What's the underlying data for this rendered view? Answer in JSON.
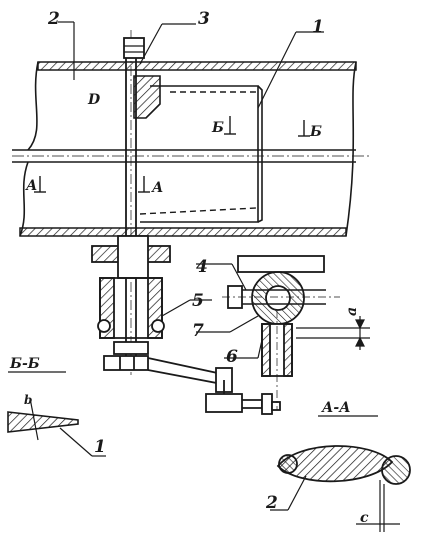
{
  "callouts": {
    "c1": "1",
    "c2": "2",
    "c3": "3",
    "c4": "4",
    "c5": "5",
    "c6": "6",
    "c7": "7",
    "c1b": "1",
    "c2b": "2"
  },
  "marks": {
    "d": "D",
    "b_left": "Б",
    "b_right": "Б",
    "a_left": "А",
    "a_right": "А",
    "gap_a": "a",
    "gap_c": "c",
    "gap_b": "b"
  },
  "sections": {
    "bb": "Б-Б",
    "aa": "А-А"
  }
}
